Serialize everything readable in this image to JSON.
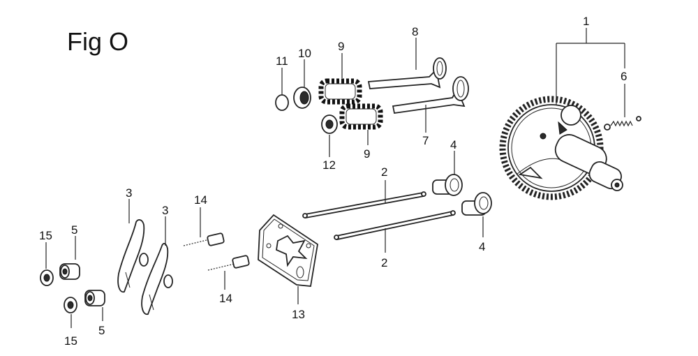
{
  "figure": {
    "title": "Fig O"
  },
  "callouts": [
    {
      "id": "c1",
      "text": "1"
    },
    {
      "id": "c2a",
      "text": "2"
    },
    {
      "id": "c2b",
      "text": "2"
    },
    {
      "id": "c3a",
      "text": "3"
    },
    {
      "id": "c3b",
      "text": "3"
    },
    {
      "id": "c4a",
      "text": "4"
    },
    {
      "id": "c4b",
      "text": "4"
    },
    {
      "id": "c5a",
      "text": "5"
    },
    {
      "id": "c5b",
      "text": "5"
    },
    {
      "id": "c6",
      "text": "6"
    },
    {
      "id": "c7",
      "text": "7"
    },
    {
      "id": "c8",
      "text": "8"
    },
    {
      "id": "c9a",
      "text": "9"
    },
    {
      "id": "c9b",
      "text": "9"
    },
    {
      "id": "c10",
      "text": "10"
    },
    {
      "id": "c11",
      "text": "11"
    },
    {
      "id": "c12",
      "text": "12"
    },
    {
      "id": "c13",
      "text": "13"
    },
    {
      "id": "c14a",
      "text": "14"
    },
    {
      "id": "c14b",
      "text": "14"
    },
    {
      "id": "c15a",
      "text": "15"
    },
    {
      "id": "c15b",
      "text": "15"
    }
  ]
}
